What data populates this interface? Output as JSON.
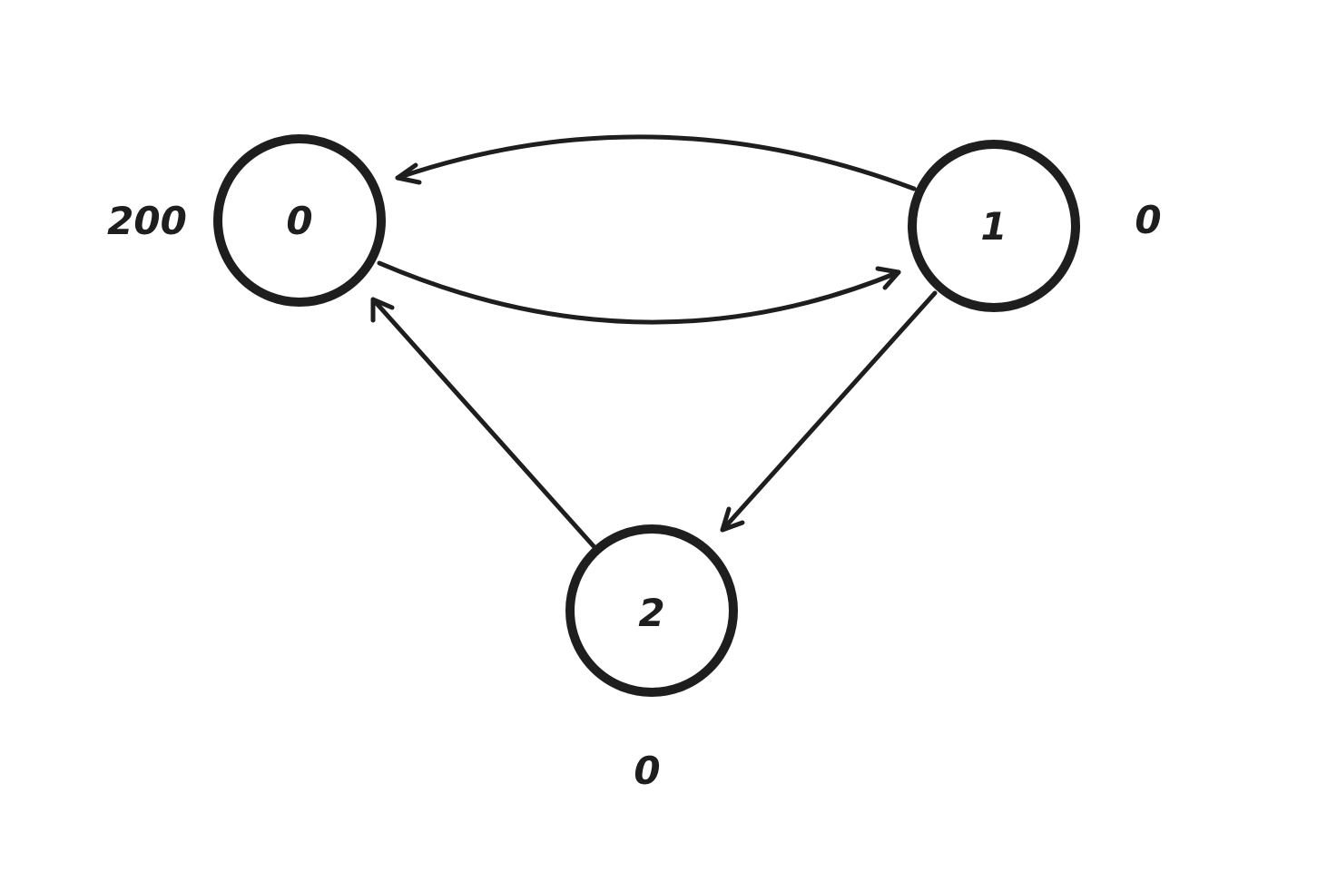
{
  "diagram": {
    "type": "directed-graph",
    "colors": {
      "stroke": "#1e1e1e",
      "background": "#ffffff"
    },
    "nodes": [
      {
        "id": "0",
        "label": "0",
        "value": "200"
      },
      {
        "id": "1",
        "label": "1",
        "value": "0"
      },
      {
        "id": "2",
        "label": "2",
        "value": "0"
      }
    ],
    "edges": [
      {
        "from": "1",
        "to": "0"
      },
      {
        "from": "0",
        "to": "1"
      },
      {
        "from": "1",
        "to": "2"
      },
      {
        "from": "2",
        "to": "0"
      }
    ]
  }
}
